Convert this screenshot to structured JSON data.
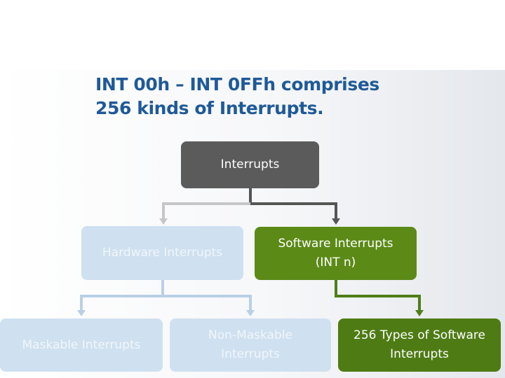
{
  "slide": {
    "title_lines": [
      "INT 00h – INT 0FFh comprises",
      "256 kinds of Interrupts."
    ]
  },
  "diagram": {
    "root": {
      "label_lines": [
        "Interrupts"
      ]
    },
    "hardware": {
      "label_lines": [
        "Hardware Interrupts"
      ]
    },
    "software": {
      "label_lines": [
        "Software Interrupts",
        "(INT n)"
      ]
    },
    "maskable": {
      "label_lines": [
        "Maskable Interrupts"
      ]
    },
    "non_maskable": {
      "label_lines": [
        "Non-Maskable",
        "Interrupts"
      ]
    },
    "software_types": {
      "label_lines": [
        "256 Types of Software",
        "Interrupts"
      ]
    }
  },
  "colors": {
    "title": "#1f5a98",
    "root_fill": "#5b5b5b",
    "active_fill": "#5b8a17",
    "inactive_fill": "#cfe0f0",
    "root_connector": "#555555",
    "faded_connector": "#c6c6c6",
    "active_connector": "#4f7f15",
    "inactive_connector": "#b9d0e6"
  }
}
